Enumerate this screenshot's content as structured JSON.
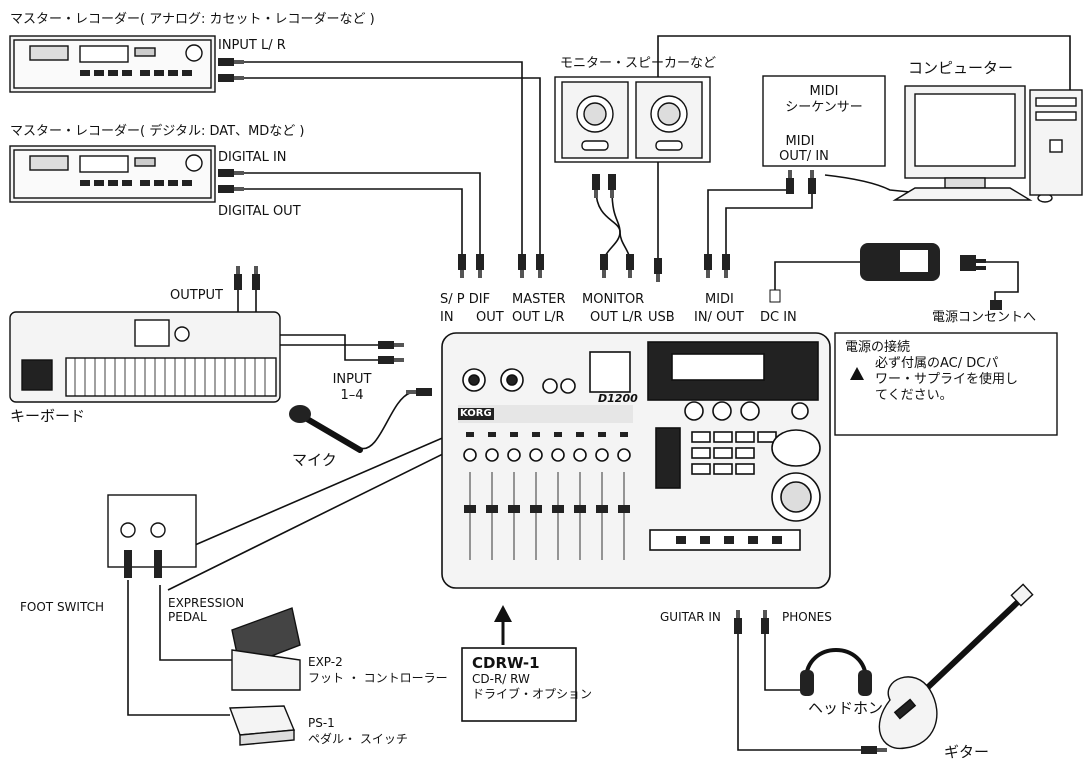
{
  "labels": {
    "master_analog": "マスター・レコーダー( アナログ: カセット・レコーダーなど )",
    "master_digital": "マスター・レコーダー( デジタル: DAT、MDなど )",
    "input_lr": "INPUT L/ R",
    "digital_in": "DIGITAL IN",
    "digital_out": "DIGITAL OUT",
    "monitor_speakers": "モニター・スピーカーなど",
    "midi_seq_line1": "MIDI",
    "midi_seq_line2": "シーケンサー",
    "midi_seq_line3": "MIDI",
    "midi_seq_line4": "OUT/ IN",
    "computer": "コンピューター",
    "output": "OUTPUT",
    "keyboard": "キーボード",
    "spdif_top": "S/ P DIF",
    "spdif_in": "IN",
    "spdif_out": "OUT",
    "master_top": "MASTER",
    "master_out": "OUT L/R",
    "monitor_top": "MONITOR",
    "monitor_out": "OUT L/R",
    "usb": "USB",
    "midi_top": "MIDI",
    "midi_inout": "IN/ OUT",
    "dc_in": "DC IN",
    "power_outlet": "電源コンセントへ",
    "input_14_line1": "INPUT",
    "input_14_line2": "1–4",
    "mic": "マイク",
    "foot_switch": "FOOT SWITCH",
    "expression_line1": "EXPRESSION",
    "expression_line2": "PEDAL",
    "exp2_line1": "EXP-2",
    "exp2_line2": "フット ・ コントローラー",
    "ps1_line1": "PS-1",
    "ps1_line2": "ペダル・ スイッチ",
    "guitar_in": "GUITAR IN",
    "phones": "PHONES",
    "headphones": "ヘッドホン",
    "guitar": "ギター",
    "device_brand": "KORG",
    "device_model": "D1200"
  },
  "power_note": {
    "title": "電源の接続",
    "line1": "必ず付属のAC/ DCパ",
    "line2": "ワー・サプライを使用し",
    "line3": "てください。",
    "warning_icon": "warning-triangle-icon"
  },
  "cdrw": {
    "title": "CDRW-1",
    "line1": "CD-R/ RW",
    "line2": "ドライブ・オプション"
  },
  "colors": {
    "line": "#111111",
    "device_fill": "#f4f4f4",
    "dark": "#222222"
  }
}
